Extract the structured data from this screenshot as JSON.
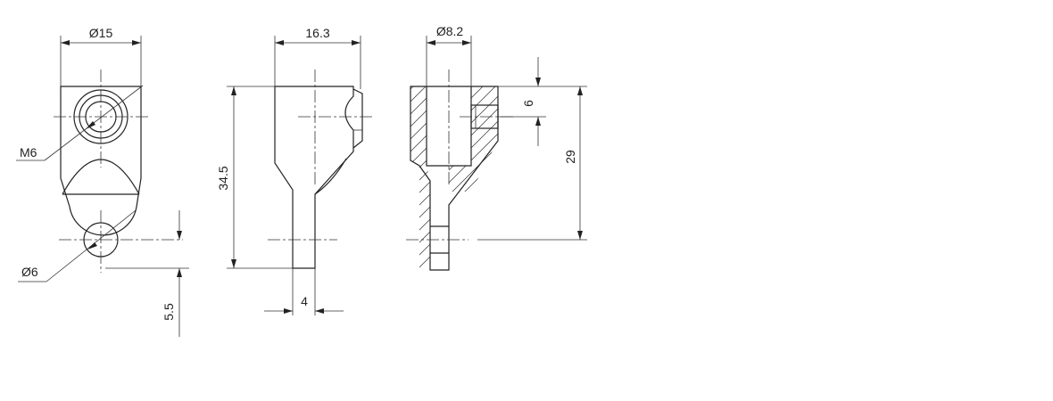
{
  "dimensions": {
    "front": {
      "diameter_top": "Ø15",
      "thread": "M6",
      "diameter_hole": "Ø6",
      "edge_offset": "5.5"
    },
    "side": {
      "width_top": "16.3",
      "height": "34.5",
      "tab_thickness": "4"
    },
    "section": {
      "bore_diameter": "Ø8.2",
      "thread_depth": "6",
      "center_distance": "29"
    }
  }
}
